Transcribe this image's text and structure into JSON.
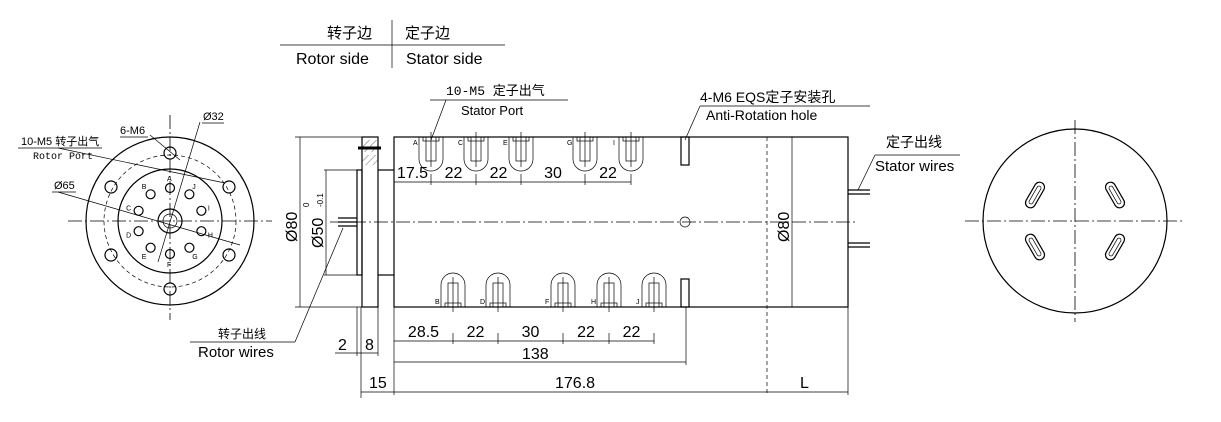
{
  "header": {
    "rotor_cn": "转子边",
    "stator_cn": "定子边",
    "rotor_en": "Rotor side",
    "stator_en": "Stator side"
  },
  "front_view": {
    "bolt_label": "6-M6",
    "d32_label": "Ø32",
    "rotor_port_cn": "10-M5 转子出气",
    "rotor_port_en": "Rotor Port",
    "d65_label": "Ø65",
    "port_letters": [
      "A",
      "B",
      "C",
      "D",
      "E",
      "F",
      "G",
      "H",
      "I",
      "J"
    ]
  },
  "side_view": {
    "stator_port_cn": "10-M5 定子出气",
    "stator_port_en": "Stator Port",
    "mount_hole_cn": "4-M6 EQS定子安装孔",
    "mount_hole_en": "Anti-Rotation hole",
    "stator_wires_cn": "定子出线",
    "stator_wires_en": "Stator wires",
    "rotor_wires_cn": "转子出线",
    "rotor_wires_en": "Rotor wires",
    "d80_left": "Ø80",
    "d50": "Ø50",
    "d50_tol_upper": "0",
    "d50_tol_lower": "-0.1",
    "d80_right": "Ø80",
    "top_letters": [
      "A",
      "C",
      "E",
      "G",
      "I"
    ],
    "bottom_letters": [
      "B",
      "D",
      "F",
      "H",
      "J"
    ],
    "top_dims": [
      "17.5",
      "22",
      "22",
      "30",
      "22"
    ],
    "bottom_dims": [
      "28.5",
      "22",
      "30",
      "22",
      "22"
    ],
    "dim_138": "138",
    "dim_2": "2",
    "dim_8": "8",
    "dim_15": "15",
    "dim_176": "176.8",
    "dim_L": "L"
  }
}
